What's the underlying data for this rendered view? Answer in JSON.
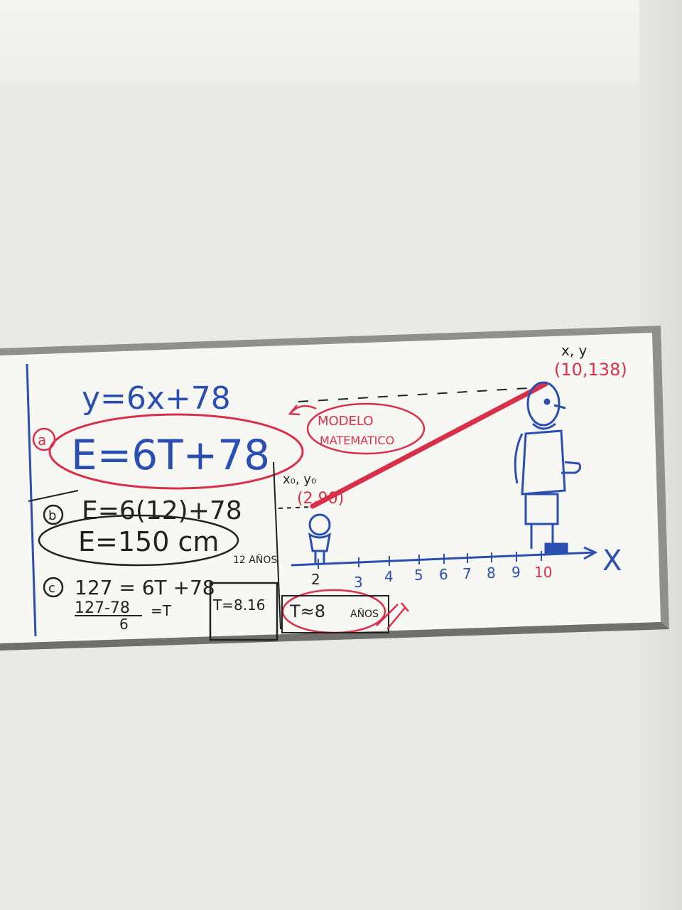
{
  "board": {
    "equation_general": "y=6x+78",
    "part_a_marker": "a",
    "equation_model": "E=6T+78",
    "model_label_line1": "MODELO",
    "model_label_line2": "MATEMATICO",
    "part_b_marker": "b",
    "b_substitution": "E=6(12)+78",
    "b_result": "E=150 cm",
    "b_note": "12 AÑOS",
    "part_c_marker": "c",
    "c_equation": "127 = 6T +78",
    "c_fraction_num": "127-78",
    "c_fraction_den": "6",
    "c_fraction_eq": "=T",
    "c_result_exact": "T=8.16",
    "c_result_rounded": "T≈8",
    "c_result_units": "AÑOS",
    "point0_label": "x₀, y₀",
    "point0_coords": "(2,90)",
    "point1_label": "x, y",
    "point1_coords": "(10,138)",
    "axis_x_label": "X",
    "axis_ticks": [
      "2",
      "3",
      "4",
      "5",
      "6",
      "7",
      "8",
      "9",
      "10"
    ]
  },
  "colors": {
    "blue_marker": "#2b4fb0",
    "red_marker": "#d9304a",
    "board_frame": "#8f8f8c",
    "board_surface": "#f7f7f4"
  }
}
